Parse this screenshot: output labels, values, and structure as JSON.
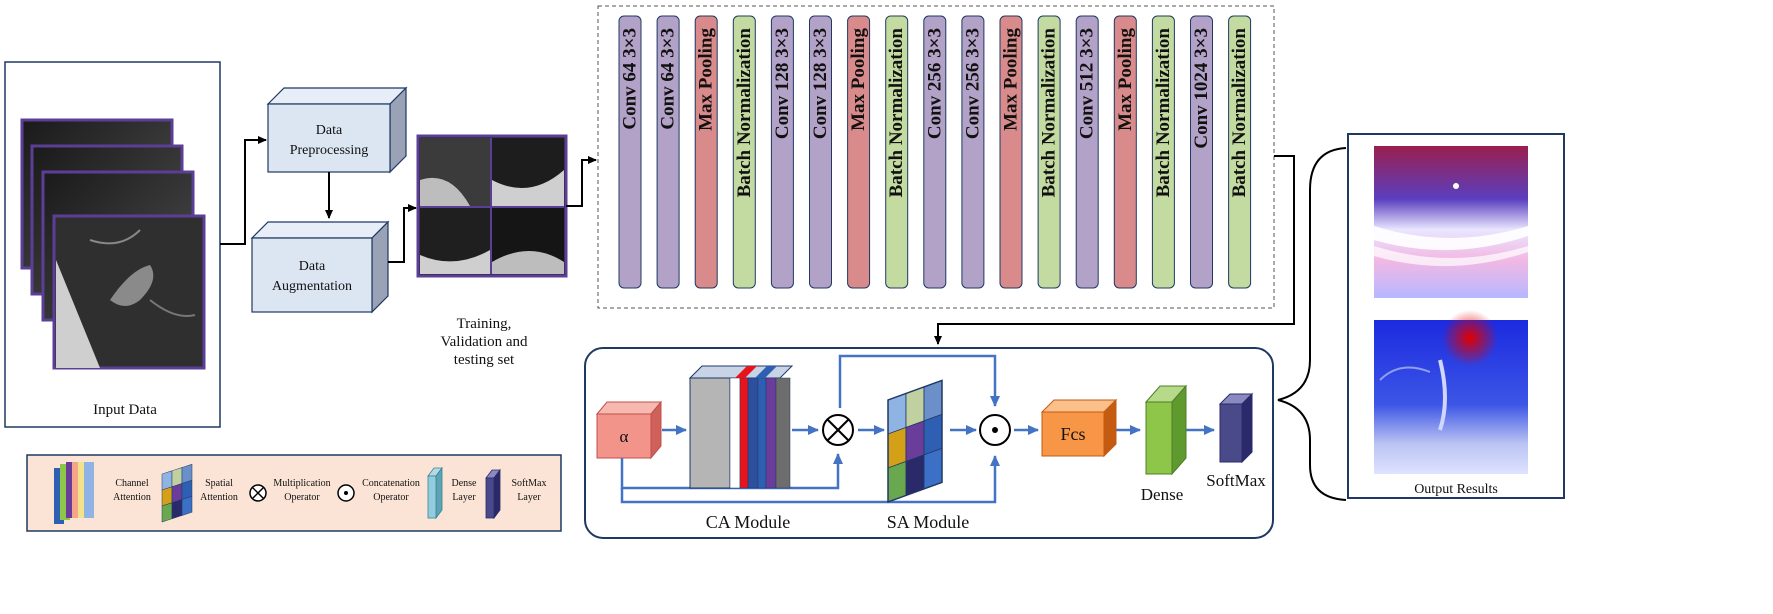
{
  "input_panel": {
    "caption": "Input Data"
  },
  "preprocessing": {
    "line1": "Data",
    "line2": "Preprocessing"
  },
  "augmentation": {
    "line1": "Data",
    "line2": "Augmentation"
  },
  "split_caption": {
    "line1": "Training,",
    "line2": "Validation and",
    "line3": "testing set"
  },
  "cnn_layers": [
    {
      "label": "Conv 64  3×3",
      "kind": "conv"
    },
    {
      "label": "Conv 64 3×3",
      "kind": "conv"
    },
    {
      "label": "Max Pooling",
      "kind": "pool"
    },
    {
      "label": "Batch Normalization",
      "kind": "norm"
    },
    {
      "label": "Conv 128 3×3",
      "kind": "conv"
    },
    {
      "label": "Conv 128 3×3",
      "kind": "conv"
    },
    {
      "label": "Max Pooling",
      "kind": "pool"
    },
    {
      "label": "Batch Normalization",
      "kind": "norm"
    },
    {
      "label": "Conv 256 3×3",
      "kind": "conv"
    },
    {
      "label": "Conv 256 3×3",
      "kind": "conv"
    },
    {
      "label": "Max Pooling",
      "kind": "pool"
    },
    {
      "label": "Batch Normalization",
      "kind": "norm"
    },
    {
      "label": "Conv 512 3×3",
      "kind": "conv"
    },
    {
      "label": "Max Pooling",
      "kind": "pool"
    },
    {
      "label": "Batch Normalization",
      "kind": "norm"
    },
    {
      "label": "Conv 1024 3×3",
      "kind": "conv"
    },
    {
      "label": "Batch Normalization",
      "kind": "norm"
    }
  ],
  "colors": {
    "conv": "#b3a2c8",
    "pool": "#d98b8b",
    "norm": "#c3dba0",
    "arrow": "#4472c4",
    "alpha": "#f2948a",
    "fcs": "#f79646",
    "dense": "#8ec64a",
    "softmax": "#4a4a8a",
    "legend_bg": "#fbe4d5",
    "frame": "#1f3864"
  },
  "attention": {
    "alpha_label": "α",
    "fcs_label": "Fcs",
    "dense_label": "Dense",
    "softmax_label": "SoftMax",
    "ca_label": "CA Module",
    "sa_label": "SA Module",
    "multiply_symbol": "⊗",
    "concat_symbol": "⊙"
  },
  "legend": {
    "channel": {
      "line1": "Channel",
      "line2": "Attention"
    },
    "spatial": {
      "line1": "Spatial",
      "line2": "Attention"
    },
    "multiplication": {
      "symbol": "⊗",
      "line1": "Multiplication",
      "line2": "Operator"
    },
    "concatenation": {
      "symbol": "⊙",
      "line1": "Concatenation",
      "line2": "Operator"
    },
    "dense": {
      "line1": "Dense",
      "line2": "Layer"
    },
    "softmax": {
      "line1": "SoftMax",
      "line2": "Layer"
    }
  },
  "output_panel": {
    "caption": "Output Results"
  }
}
